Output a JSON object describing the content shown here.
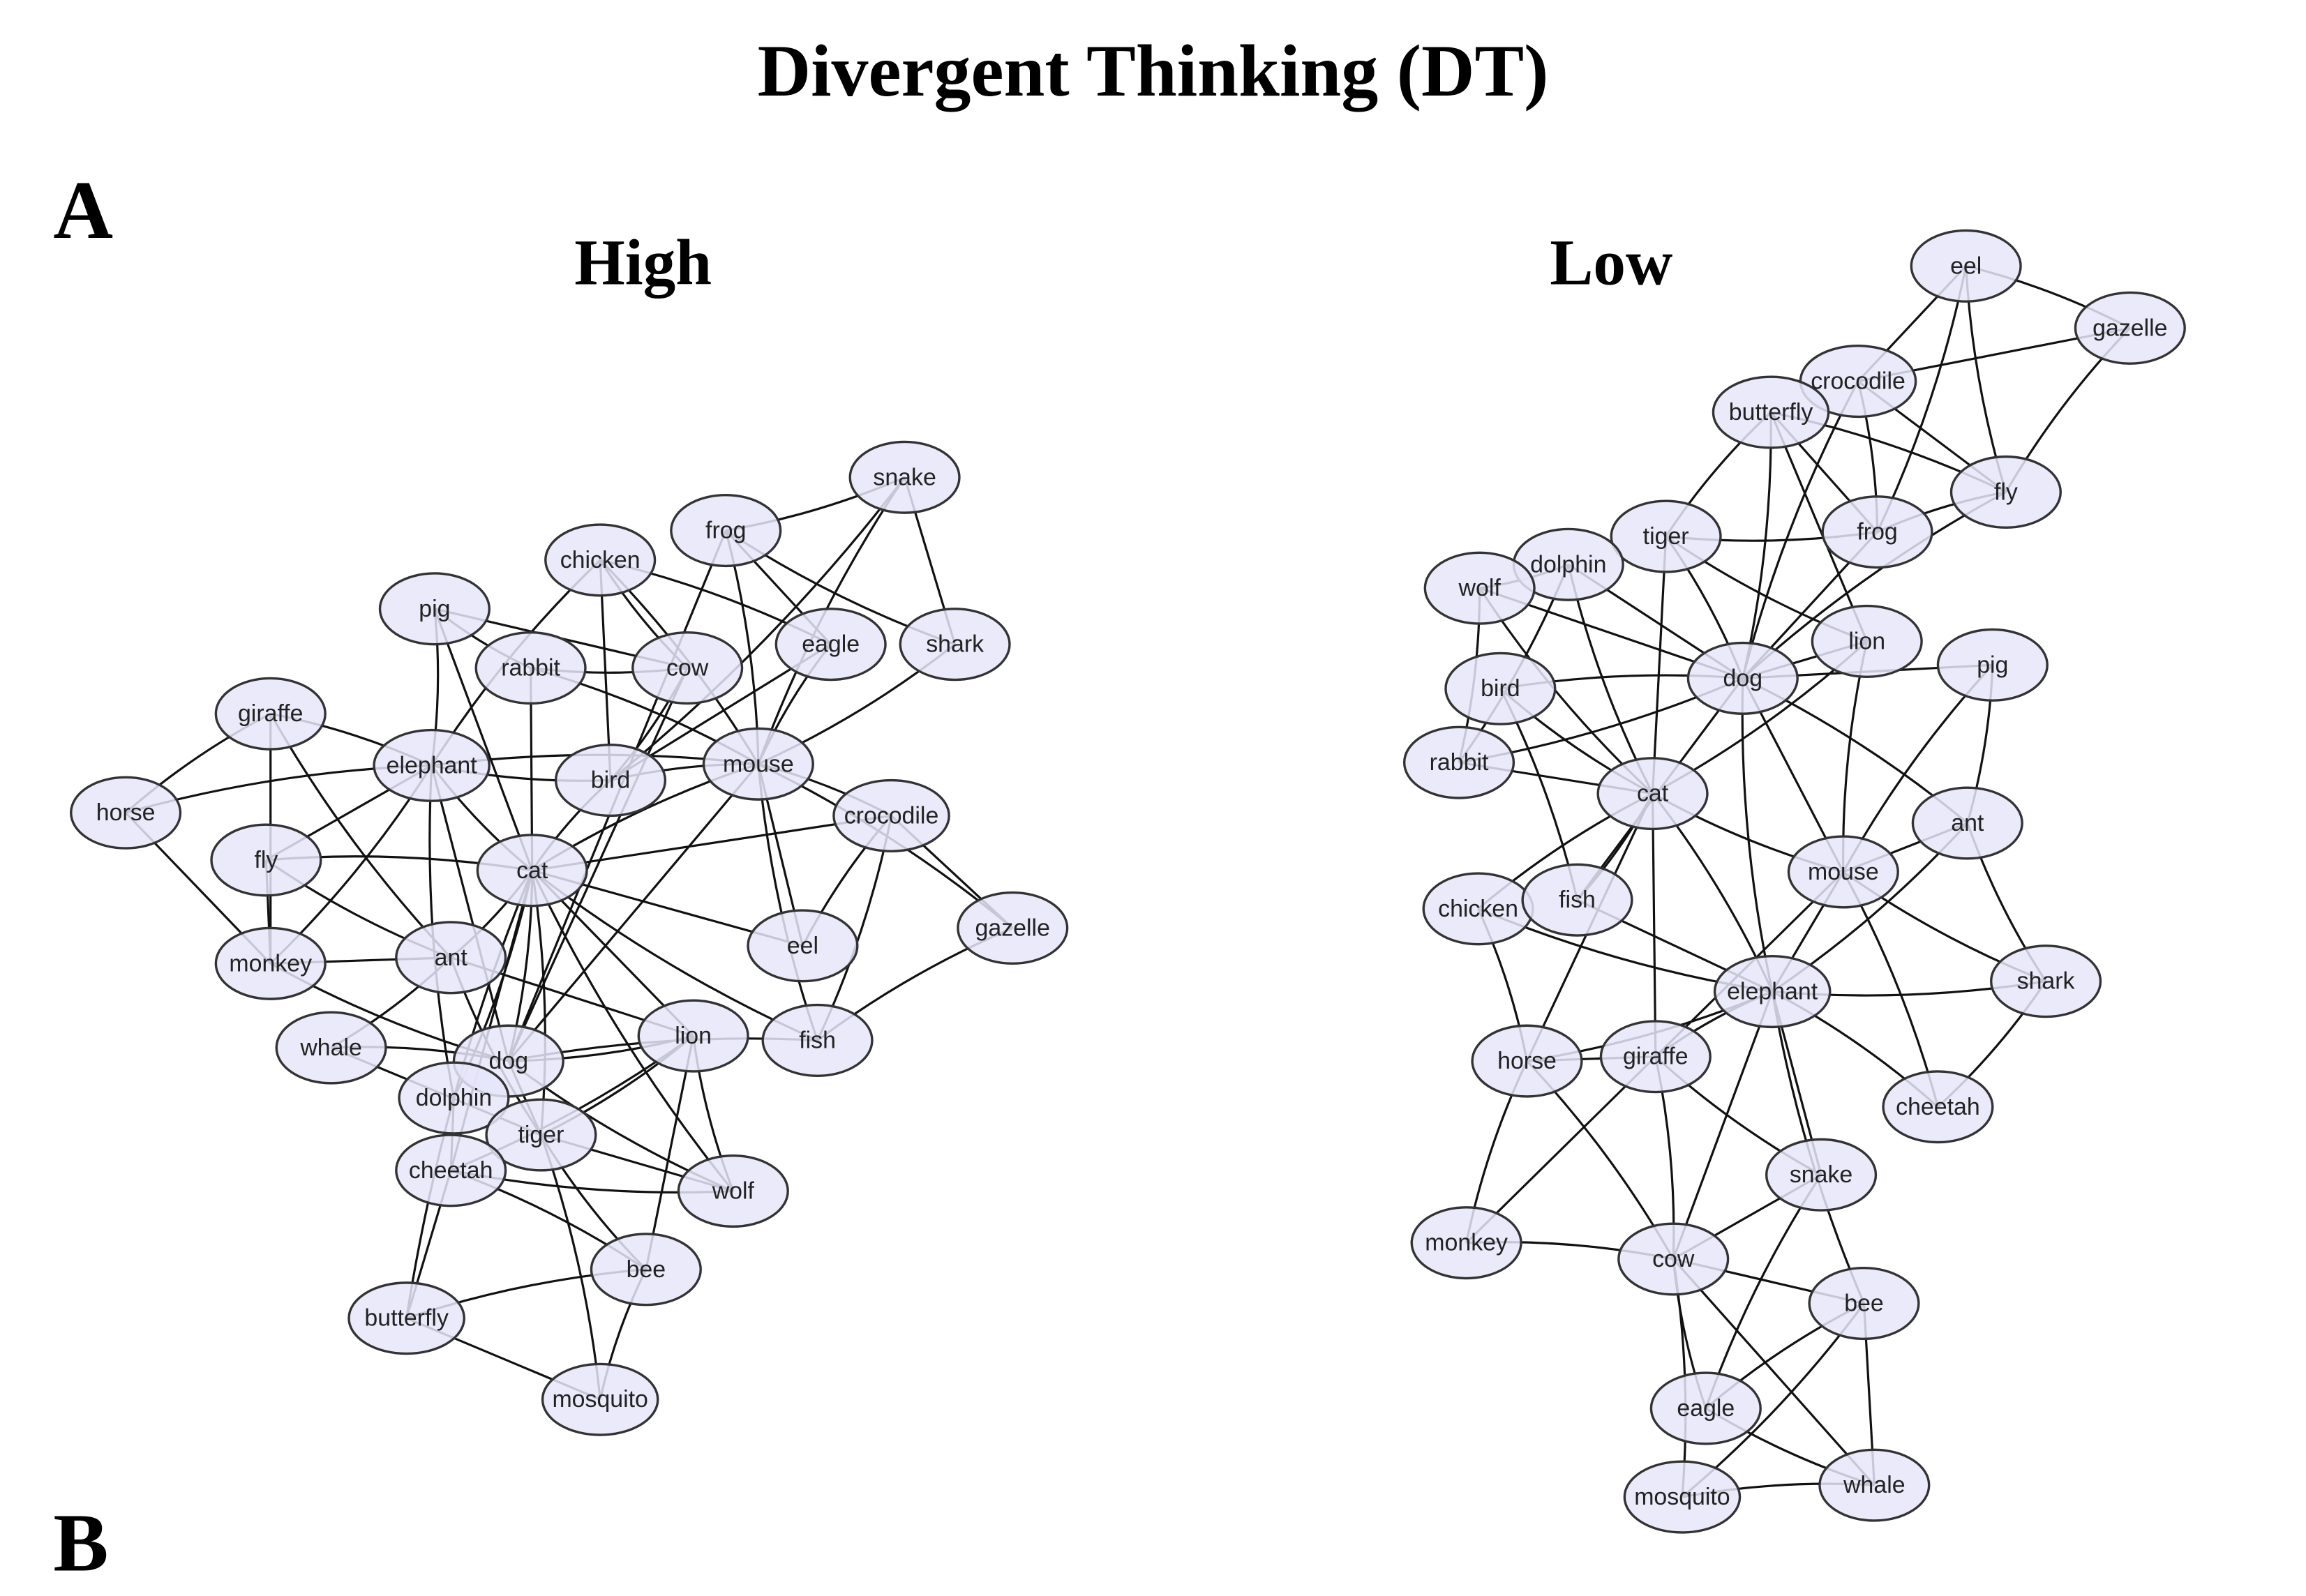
{
  "title": "Divergent Thinking (DT)",
  "panel_labels": {
    "a": "A",
    "b": "B"
  },
  "networks": [
    {
      "label": "High",
      "nodes": [
        "snake",
        "frog",
        "chicken",
        "pig",
        "rabbit",
        "cow",
        "eagle",
        "shark",
        "giraffe",
        "elephant",
        "bird",
        "mouse",
        "crocodile",
        "horse",
        "fly",
        "cat",
        "eel",
        "gazelle",
        "monkey",
        "ant",
        "whale",
        "dog",
        "lion",
        "fish",
        "dolphin",
        "tiger",
        "cheetah",
        "wolf",
        "bee",
        "butterfly",
        "mosquito"
      ],
      "edges": [
        [
          "snake",
          "frog"
        ],
        [
          "snake",
          "shark"
        ],
        [
          "snake",
          "mouse"
        ],
        [
          "snake",
          "bird"
        ],
        [
          "frog",
          "eagle"
        ],
        [
          "frog",
          "shark"
        ],
        [
          "frog",
          "mouse"
        ],
        [
          "frog",
          "dog"
        ],
        [
          "chicken",
          "cow"
        ],
        [
          "chicken",
          "eagle"
        ],
        [
          "chicken",
          "bird"
        ],
        [
          "chicken",
          "elephant"
        ],
        [
          "chicken",
          "mouse"
        ],
        [
          "pig",
          "cow"
        ],
        [
          "pig",
          "rabbit"
        ],
        [
          "pig",
          "elephant"
        ],
        [
          "pig",
          "cat"
        ],
        [
          "rabbit",
          "cow"
        ],
        [
          "rabbit",
          "mouse"
        ],
        [
          "rabbit",
          "cat"
        ],
        [
          "giraffe",
          "horse"
        ],
        [
          "giraffe",
          "elephant"
        ],
        [
          "giraffe",
          "monkey"
        ],
        [
          "giraffe",
          "ant"
        ],
        [
          "horse",
          "elephant"
        ],
        [
          "horse",
          "monkey"
        ],
        [
          "elephant",
          "bird"
        ],
        [
          "elephant",
          "mouse"
        ],
        [
          "elephant",
          "fly"
        ],
        [
          "elephant",
          "cat"
        ],
        [
          "elephant",
          "monkey"
        ],
        [
          "elephant",
          "dog"
        ],
        [
          "elephant",
          "dolphin"
        ],
        [
          "bird",
          "mouse"
        ],
        [
          "bird",
          "eagle"
        ],
        [
          "bird",
          "cat"
        ],
        [
          "cow",
          "bird"
        ],
        [
          "cow",
          "dog"
        ],
        [
          "mouse",
          "cat"
        ],
        [
          "mouse",
          "crocodile"
        ],
        [
          "mouse",
          "eel"
        ],
        [
          "mouse",
          "fish"
        ],
        [
          "mouse",
          "gazelle"
        ],
        [
          "mouse",
          "dog"
        ],
        [
          "eagle",
          "mouse"
        ],
        [
          "shark",
          "mouse"
        ],
        [
          "crocodile",
          "cat"
        ],
        [
          "crocodile",
          "eel"
        ],
        [
          "crocodile",
          "fish"
        ],
        [
          "crocodile",
          "gazelle"
        ],
        [
          "gazelle",
          "fish"
        ],
        [
          "fly",
          "cat"
        ],
        [
          "fly",
          "monkey"
        ],
        [
          "fly",
          "ant"
        ],
        [
          "cat",
          "ant"
        ],
        [
          "cat",
          "eel"
        ],
        [
          "cat",
          "fish"
        ],
        [
          "cat",
          "dog"
        ],
        [
          "cat",
          "lion"
        ],
        [
          "cat",
          "wolf"
        ],
        [
          "cat",
          "tiger"
        ],
        [
          "cat",
          "cheetah"
        ],
        [
          "cat",
          "butterfly"
        ],
        [
          "cat",
          "dolphin"
        ],
        [
          "monkey",
          "ant"
        ],
        [
          "monkey",
          "dog"
        ],
        [
          "ant",
          "whale"
        ],
        [
          "ant",
          "lion"
        ],
        [
          "ant",
          "tiger"
        ],
        [
          "whale",
          "dog"
        ],
        [
          "whale",
          "tiger"
        ],
        [
          "dog",
          "lion"
        ],
        [
          "dog",
          "fish"
        ],
        [
          "dog",
          "tiger"
        ],
        [
          "dog",
          "wolf"
        ],
        [
          "lion",
          "tiger"
        ],
        [
          "lion",
          "bee"
        ],
        [
          "lion",
          "wolf"
        ],
        [
          "lion",
          "cheetah"
        ],
        [
          "tiger",
          "wolf"
        ],
        [
          "tiger",
          "bee"
        ],
        [
          "cheetah",
          "bee"
        ],
        [
          "cheetah",
          "butterfly"
        ],
        [
          "cheetah",
          "wolf"
        ],
        [
          "butterfly",
          "bee"
        ],
        [
          "butterfly",
          "mosquito"
        ],
        [
          "bee",
          "mosquito"
        ],
        [
          "tiger",
          "mosquito"
        ],
        [
          "dolphin",
          "cheetah"
        ]
      ]
    },
    {
      "label": "Low",
      "nodes": [
        "eel",
        "gazelle",
        "crocodile",
        "butterfly",
        "fly",
        "tiger",
        "frog",
        "dolphin",
        "wolf",
        "lion",
        "dog",
        "pig",
        "bird",
        "rabbit",
        "cat",
        "ant",
        "mouse",
        "chicken",
        "fish",
        "elephant",
        "shark",
        "horse",
        "giraffe",
        "cheetah",
        "snake",
        "monkey",
        "cow",
        "bee",
        "eagle",
        "mosquito",
        "whale"
      ],
      "edges": [
        [
          "eel",
          "gazelle"
        ],
        [
          "eel",
          "crocodile"
        ],
        [
          "eel",
          "fly"
        ],
        [
          "eel",
          "frog"
        ],
        [
          "gazelle",
          "crocodile"
        ],
        [
          "gazelle",
          "fly"
        ],
        [
          "crocodile",
          "frog"
        ],
        [
          "crocodile",
          "fly"
        ],
        [
          "crocodile",
          "dog"
        ],
        [
          "butterfly",
          "fly"
        ],
        [
          "butterfly",
          "frog"
        ],
        [
          "butterfly",
          "tiger"
        ],
        [
          "butterfly",
          "dog"
        ],
        [
          "butterfly",
          "lion"
        ],
        [
          "tiger",
          "frog"
        ],
        [
          "tiger",
          "dog"
        ],
        [
          "tiger",
          "cat"
        ],
        [
          "tiger",
          "lion"
        ],
        [
          "frog",
          "fly"
        ],
        [
          "frog",
          "dog"
        ],
        [
          "fly",
          "dog"
        ],
        [
          "dolphin",
          "wolf"
        ],
        [
          "dolphin",
          "dog"
        ],
        [
          "dolphin",
          "cat"
        ],
        [
          "dolphin",
          "rabbit"
        ],
        [
          "wolf",
          "dog"
        ],
        [
          "wolf",
          "cat"
        ],
        [
          "wolf",
          "rabbit"
        ],
        [
          "lion",
          "dog"
        ],
        [
          "lion",
          "mouse"
        ],
        [
          "lion",
          "cat"
        ],
        [
          "dog",
          "pig"
        ],
        [
          "dog",
          "bird"
        ],
        [
          "dog",
          "rabbit"
        ],
        [
          "dog",
          "mouse"
        ],
        [
          "dog",
          "elephant"
        ],
        [
          "dog",
          "ant"
        ],
        [
          "dog",
          "fish"
        ],
        [
          "bird",
          "cat"
        ],
        [
          "bird",
          "fish"
        ],
        [
          "rabbit",
          "cat"
        ],
        [
          "cat",
          "mouse"
        ],
        [
          "cat",
          "elephant"
        ],
        [
          "cat",
          "giraffe"
        ],
        [
          "cat",
          "chicken"
        ],
        [
          "cat",
          "fish"
        ],
        [
          "cat",
          "horse"
        ],
        [
          "pig",
          "mouse"
        ],
        [
          "pig",
          "ant"
        ],
        [
          "ant",
          "mouse"
        ],
        [
          "ant",
          "shark"
        ],
        [
          "ant",
          "elephant"
        ],
        [
          "mouse",
          "elephant"
        ],
        [
          "mouse",
          "shark"
        ],
        [
          "mouse",
          "cheetah"
        ],
        [
          "mouse",
          "giraffe"
        ],
        [
          "chicken",
          "elephant"
        ],
        [
          "chicken",
          "horse"
        ],
        [
          "fish",
          "elephant"
        ],
        [
          "elephant",
          "shark"
        ],
        [
          "elephant",
          "cheetah"
        ],
        [
          "elephant",
          "snake"
        ],
        [
          "elephant",
          "bee"
        ],
        [
          "elephant",
          "horse"
        ],
        [
          "elephant",
          "cow"
        ],
        [
          "elephant",
          "giraffe"
        ],
        [
          "shark",
          "cheetah"
        ],
        [
          "horse",
          "giraffe"
        ],
        [
          "horse",
          "monkey"
        ],
        [
          "horse",
          "cow"
        ],
        [
          "giraffe",
          "monkey"
        ],
        [
          "giraffe",
          "snake"
        ],
        [
          "giraffe",
          "cow"
        ],
        [
          "snake",
          "cow"
        ],
        [
          "snake",
          "eagle"
        ],
        [
          "monkey",
          "cow"
        ],
        [
          "cow",
          "bee"
        ],
        [
          "cow",
          "eagle"
        ],
        [
          "cow",
          "mosquito"
        ],
        [
          "cow",
          "whale"
        ],
        [
          "bee",
          "eagle"
        ],
        [
          "bee",
          "mosquito"
        ],
        [
          "bee",
          "whale"
        ],
        [
          "eagle",
          "whale"
        ],
        [
          "mosquito",
          "whale"
        ]
      ]
    }
  ]
}
